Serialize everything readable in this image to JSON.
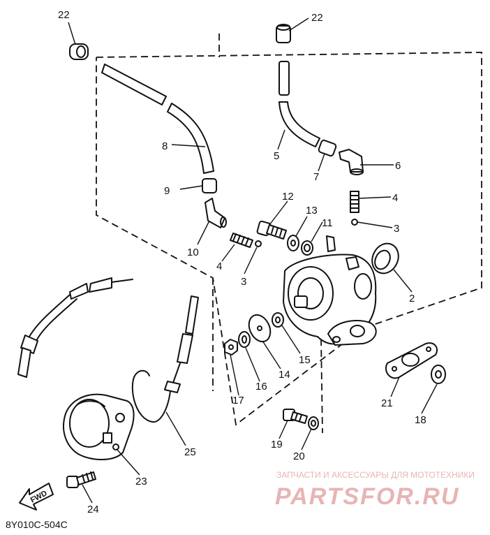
{
  "diagram": {
    "code": "8Y010C-504C",
    "fwd_label": "FWD",
    "callouts": {
      "c22_left": "22",
      "c22_right": "22",
      "c8": "8",
      "c5": "5",
      "c6": "6",
      "c7": "7",
      "c9": "9",
      "c12": "12",
      "c4_right": "4",
      "c13": "13",
      "c11": "11",
      "c3_right": "3",
      "c10": "10",
      "c4_left": "4",
      "c3_left": "3",
      "c2": "2",
      "c15": "15",
      "c14": "14",
      "c16": "16",
      "c17": "17",
      "c21": "21",
      "c18": "18",
      "c19": "19",
      "c20": "20",
      "c25": "25",
      "c23": "23",
      "c24": "24"
    }
  },
  "watermark": {
    "tagline": "ЗАПЧАСТИ И АКСЕССУАРЫ ДЛЯ МОТОТЕХНИКИ",
    "logo": "PARTSFOR.RU",
    "color": "#e8b4b4"
  }
}
